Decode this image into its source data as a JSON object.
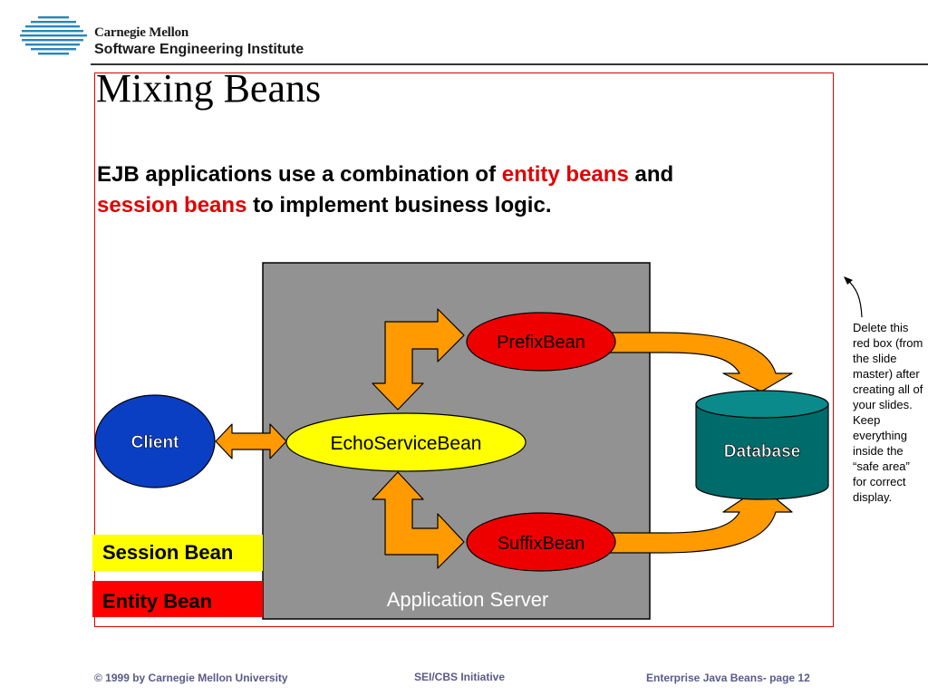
{
  "header": {
    "org_line1": "Carnegie Mellon",
    "org_line2": "Software Engineering Institute"
  },
  "slide": {
    "title": "Mixing Beans",
    "subtitle": {
      "part1": "EJB applications use a combination of ",
      "highlight1": "entity beans",
      "part2": " and",
      "highlight2": "session beans",
      "part3": " to implement business logic."
    }
  },
  "diagram": {
    "server_label": "Application Server",
    "nodes": {
      "client": "Client",
      "echo": "EchoServiceBean",
      "prefix": "PrefixBean",
      "suffix": "SuffixBean",
      "database": "Database"
    },
    "legend": {
      "session": "Session Bean",
      "entity": "Entity Bean"
    },
    "colors": {
      "server_fill": "#929292",
      "session_fill": "#ffff00",
      "entity_fill": "#ff0000",
      "client_fill": "#0a3fc4",
      "database_fill": "#006b6b",
      "arrow_fill": "#ff9a00",
      "safe_area_border": "#e00000"
    }
  },
  "note": {
    "text": "Delete this red box (from the slide master) after creating all of your slides. Keep everything inside the “safe area” for correct display."
  },
  "footer": {
    "copyright": "© 1999 by Carnegie Mellon University",
    "center": "SEI/CBS Initiative",
    "page": "Enterprise Java Beans- page 12"
  }
}
